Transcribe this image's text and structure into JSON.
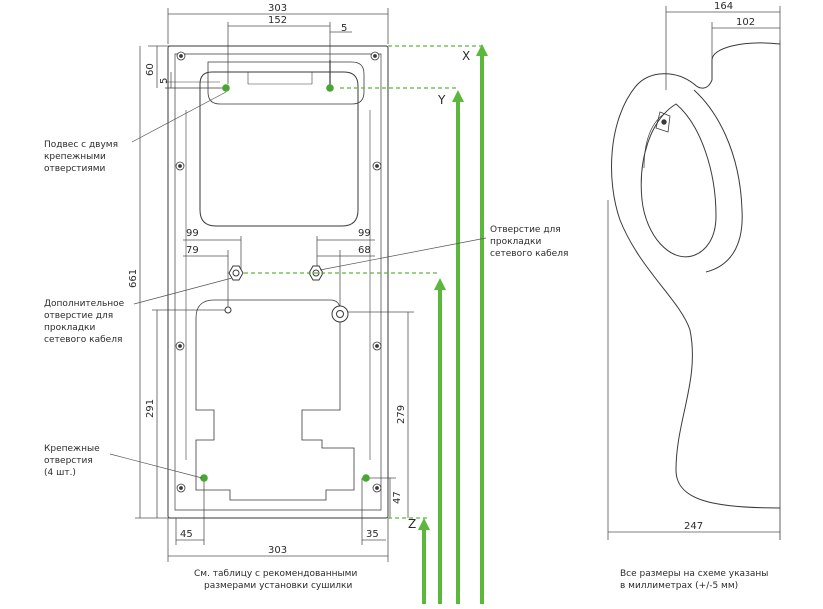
{
  "dimensions": {
    "top_width": "303",
    "top_half": "152",
    "top_offset": "5",
    "left_top": "60",
    "left_small": "5",
    "height_total": "661",
    "hole_spacing_left": "99",
    "hole_offset_left": "79",
    "hole_spacing_right": "99",
    "hole_offset_right": "68",
    "left_lower": "291",
    "right_lower": "279",
    "bottom_right_small": "47",
    "bottom_left_offset": "45",
    "bottom_right_offset": "35",
    "bottom_width": "303",
    "side_depth_total": "164",
    "side_depth_partial": "102",
    "side_bottom_depth": "247"
  },
  "axis_labels": {
    "x": "X",
    "y": "Y",
    "z": "Z"
  },
  "callouts": {
    "hanger": [
      "Подвес с двумя",
      "крепежными",
      "отверстиями"
    ],
    "cable_hole": [
      "Отверстие для",
      "прокладки",
      "сетевого кабеля"
    ],
    "extra_cable_hole": [
      "Дополнительное",
      "отверстие для",
      "прокладки",
      "сетевого кабеля"
    ],
    "mount_holes": [
      "Крепежные",
      "отверстия",
      "(4 шт.)"
    ]
  },
  "footnotes": {
    "table_ref": [
      "См. таблицу с рекомендованными",
      "размерами установки сушилки"
    ],
    "units": [
      "Все размеры на схеме указаны",
      "в миллиметрах (+/-5 мм)"
    ]
  },
  "colors": {
    "line": "#3a3a3a",
    "dim_line": "#555555",
    "guide_green": "#5cb83c",
    "dot_green": "#46a832"
  }
}
